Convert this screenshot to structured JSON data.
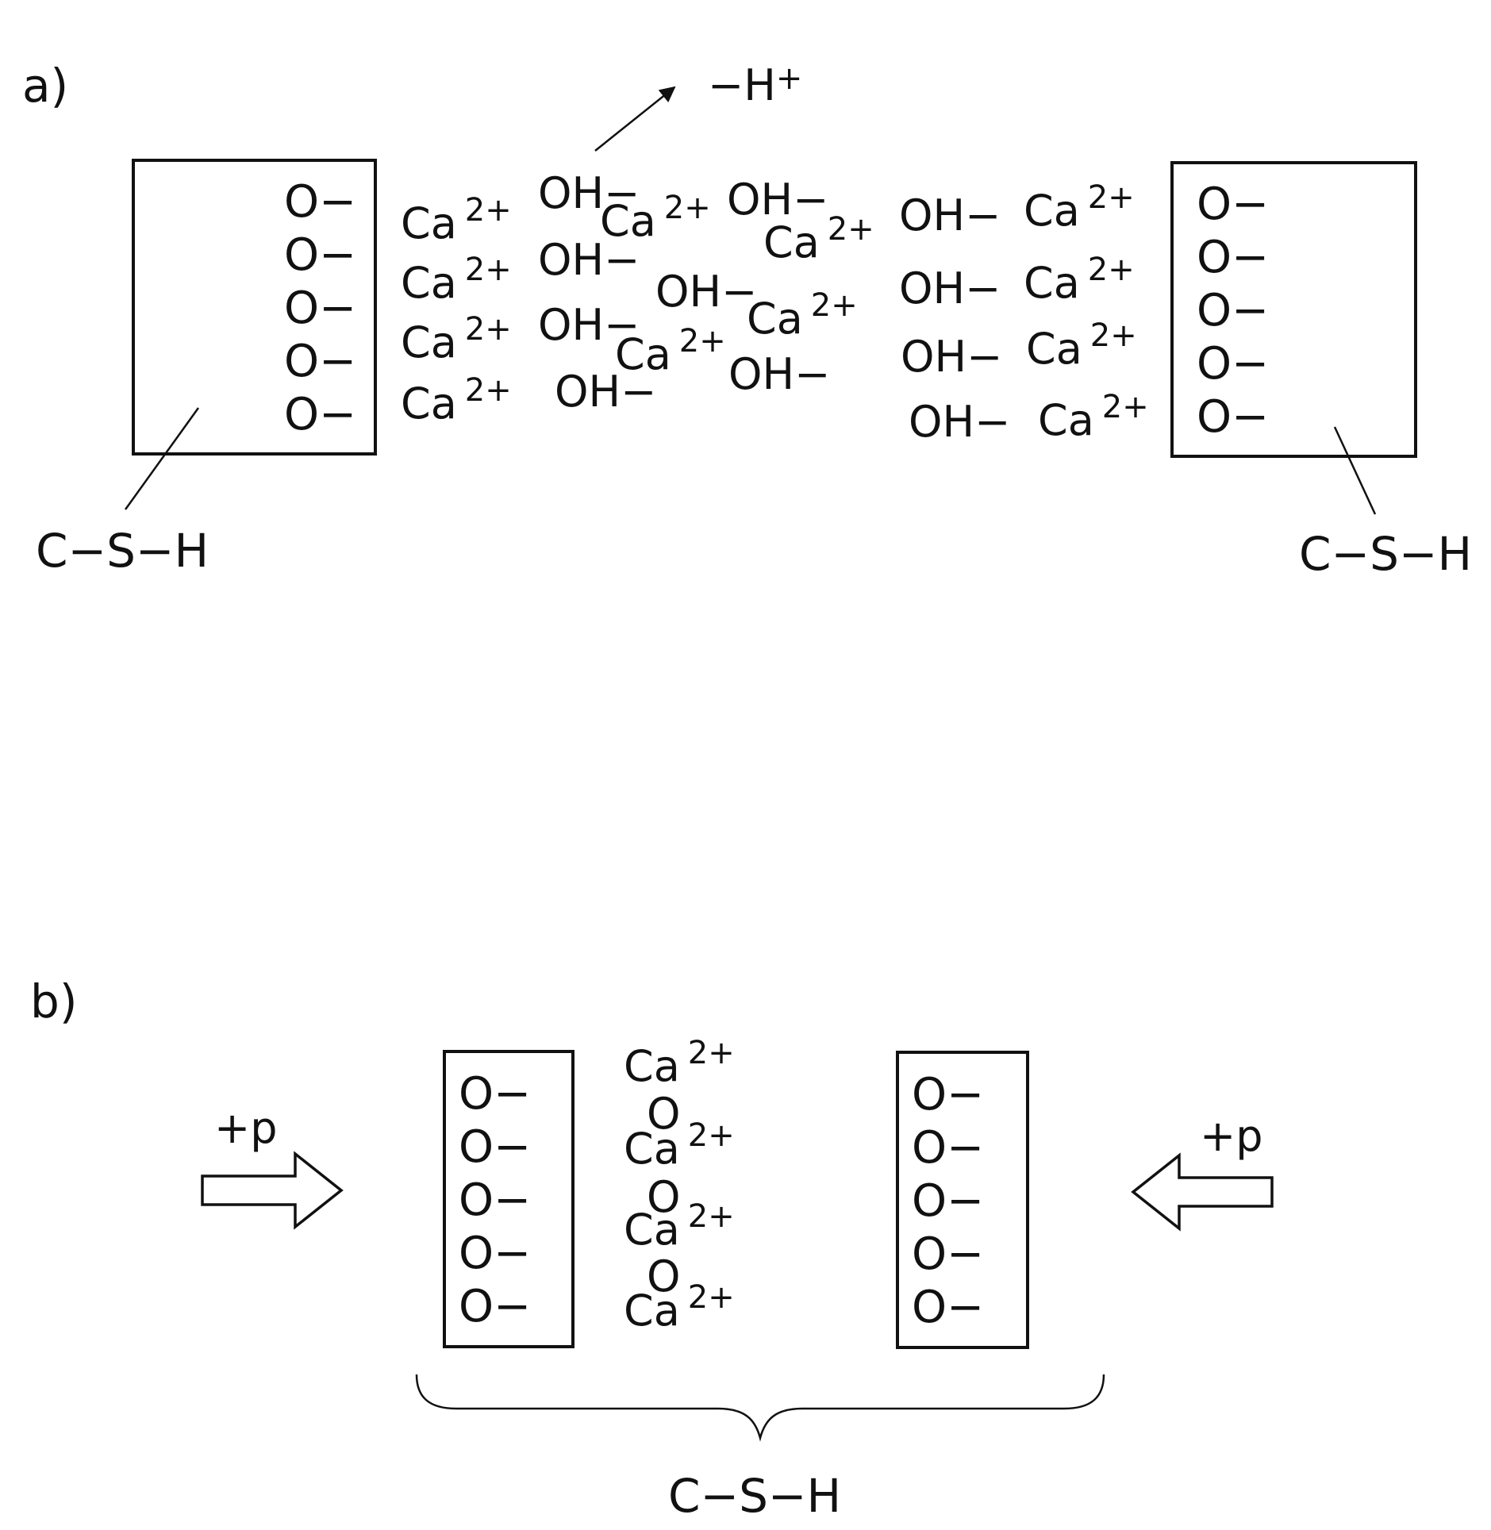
{
  "panel_a": {
    "label": "a)",
    "proton_release": {
      "base": "−H",
      "charge": "+"
    },
    "left_block": {
      "name": "C−S−H",
      "groups": [
        "O−",
        "O−",
        "O−",
        "O−",
        "O−"
      ]
    },
    "right_block": {
      "name": "C−S−H",
      "groups": [
        "O−",
        "O−",
        "O−",
        "O−",
        "O−"
      ]
    },
    "ions": {
      "calcium": {
        "base": "Ca",
        "charge": "2+"
      },
      "hydroxide": "OH−"
    }
  },
  "panel_b": {
    "label": "b)",
    "pressure_left": "+p",
    "pressure_right": "+p",
    "left_block": {
      "groups": [
        "O−",
        "O−",
        "O−",
        "O−",
        "O−"
      ]
    },
    "right_block": {
      "groups": [
        "O−",
        "O−",
        "O−",
        "O−",
        "O−"
      ]
    },
    "bridge": {
      "calcium": {
        "base": "Ca",
        "charge": "2+"
      },
      "oxygen": "O"
    },
    "product_label": "C−S−H"
  }
}
